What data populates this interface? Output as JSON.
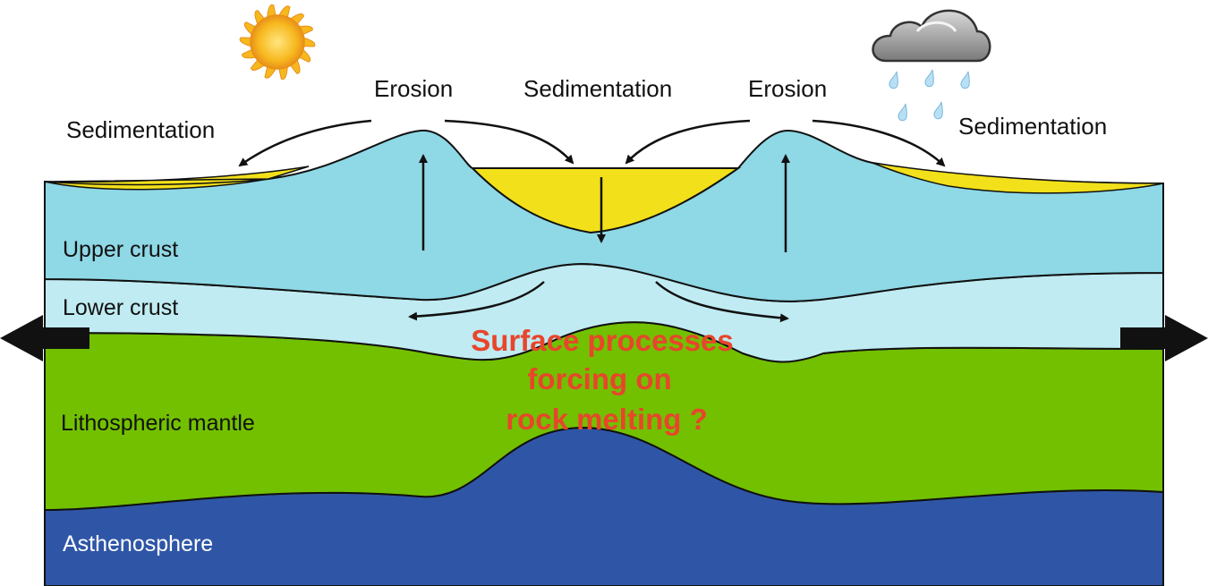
{
  "labels": {
    "sedimentation_left": "Sedimentation",
    "erosion_left": "Erosion",
    "sedimentation_center": "Sedimentation",
    "erosion_right": "Erosion",
    "sedimentation_right": "Sedimentation",
    "upper_crust": "Upper crust",
    "lower_crust": "Lower crust",
    "lithospheric_mantle": "Lithospheric mantle",
    "asthenosphere": "Asthenosphere"
  },
  "question": {
    "line1": "Surface processes",
    "line2": "forcing on",
    "line3": "rock melting ?"
  },
  "icons": {
    "left": "sun-icon",
    "right": "rain-cloud-icon",
    "extension_arrows": "extension-arrow-icon"
  },
  "colors": {
    "sediment": "#f2e01a",
    "upper_crust": "#8fd8e6",
    "lower_crust": "#c0ebf2",
    "lithospheric_mantle": "#72c000",
    "asthenosphere": "#2f56a6",
    "question_text": "#e8452c"
  }
}
